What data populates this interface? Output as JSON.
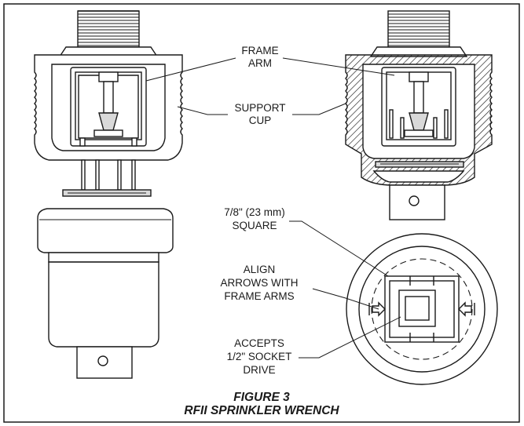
{
  "labels": {
    "frame_arm_1": "FRAME",
    "frame_arm_2": "ARM",
    "support_cup_1": "SUPPORT",
    "support_cup_2": "CUP",
    "square_1": "7/8\" (23 mm)",
    "square_2": "SQUARE",
    "align_1": "ALIGN",
    "align_2": "ARROWS WITH",
    "align_3": "FRAME ARMS",
    "accepts_1": "ACCEPTS",
    "accepts_2": "1/2\" SOCKET",
    "accepts_3": "DRIVE"
  },
  "caption": {
    "line1": "FIGURE 3",
    "line2": "RFII SPRINKLER WRENCH"
  },
  "icons": {
    "align_arrow_left": "arrow-right-icon",
    "align_arrow_right": "arrow-left-icon"
  }
}
